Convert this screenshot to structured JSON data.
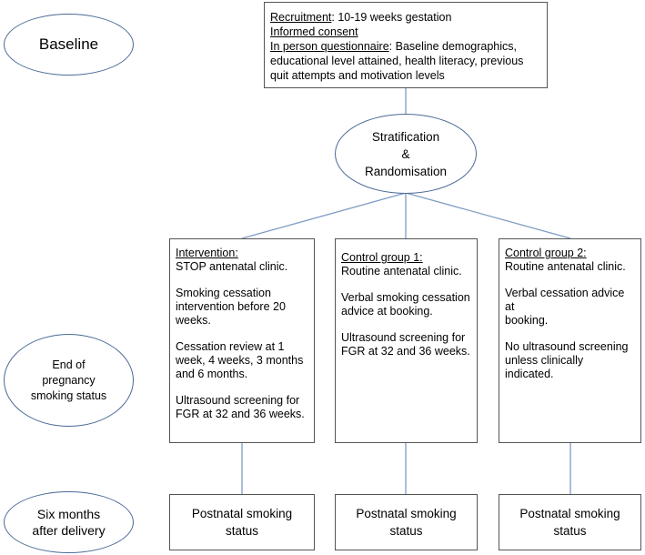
{
  "stages": {
    "baseline": "Baseline",
    "end_of_pregnancy_line1": "End of",
    "end_of_pregnancy_line2": "pregnancy",
    "end_of_pregnancy_line3": "smoking status",
    "six_months_line1": "Six months",
    "six_months_line2": "after delivery"
  },
  "recruitment": {
    "label": "Recruitment",
    "text": ": 10-19 weeks gestation",
    "consent": "Informed consent",
    "questionnaire_label": "In person questionnaire",
    "questionnaire_text1": ": Baseline demographics,",
    "questionnaire_text2": "educational level attained, health literacy, previous",
    "questionnaire_text3": "quit attempts and motivation levels"
  },
  "stratification": {
    "line1": "Stratification",
    "line2": "&",
    "line3": "Randomisation"
  },
  "groups": [
    {
      "title": "Intervention:",
      "paras": [
        [
          "STOP antenatal clinic."
        ],
        [
          "Smoking cessation",
          "intervention before 20",
          "weeks."
        ],
        [
          "Cessation review at 1",
          "week, 4 weeks, 3 months",
          "and 6 months."
        ],
        [
          "Ultrasound screening for",
          "FGR at 32 and 36 weeks."
        ]
      ],
      "outcome_line1": "Postnatal smoking",
      "outcome_line2": "status"
    },
    {
      "title": "Control group 1:",
      "paras": [
        [
          "Routine antenatal clinic."
        ],
        [
          "Verbal smoking cessation",
          "advice at booking."
        ],
        [
          "Ultrasound screening for",
          "FGR at 32 and 36 weeks."
        ]
      ],
      "outcome_line1": "Postnatal smoking",
      "outcome_line2": "status"
    },
    {
      "title": "Control group 2:",
      "paras": [
        [
          "Routine antenatal clinic."
        ],
        [
          "Verbal cessation advice at",
          "booking."
        ],
        [
          "No ultrasound screening",
          "unless clinically indicated."
        ]
      ],
      "outcome_line1": "Postnatal smoking",
      "outcome_line2": "status"
    }
  ],
  "colors": {
    "ellipse_border": "#4a6a96",
    "connector": "#7f9cc4",
    "box_border": "#555555"
  }
}
